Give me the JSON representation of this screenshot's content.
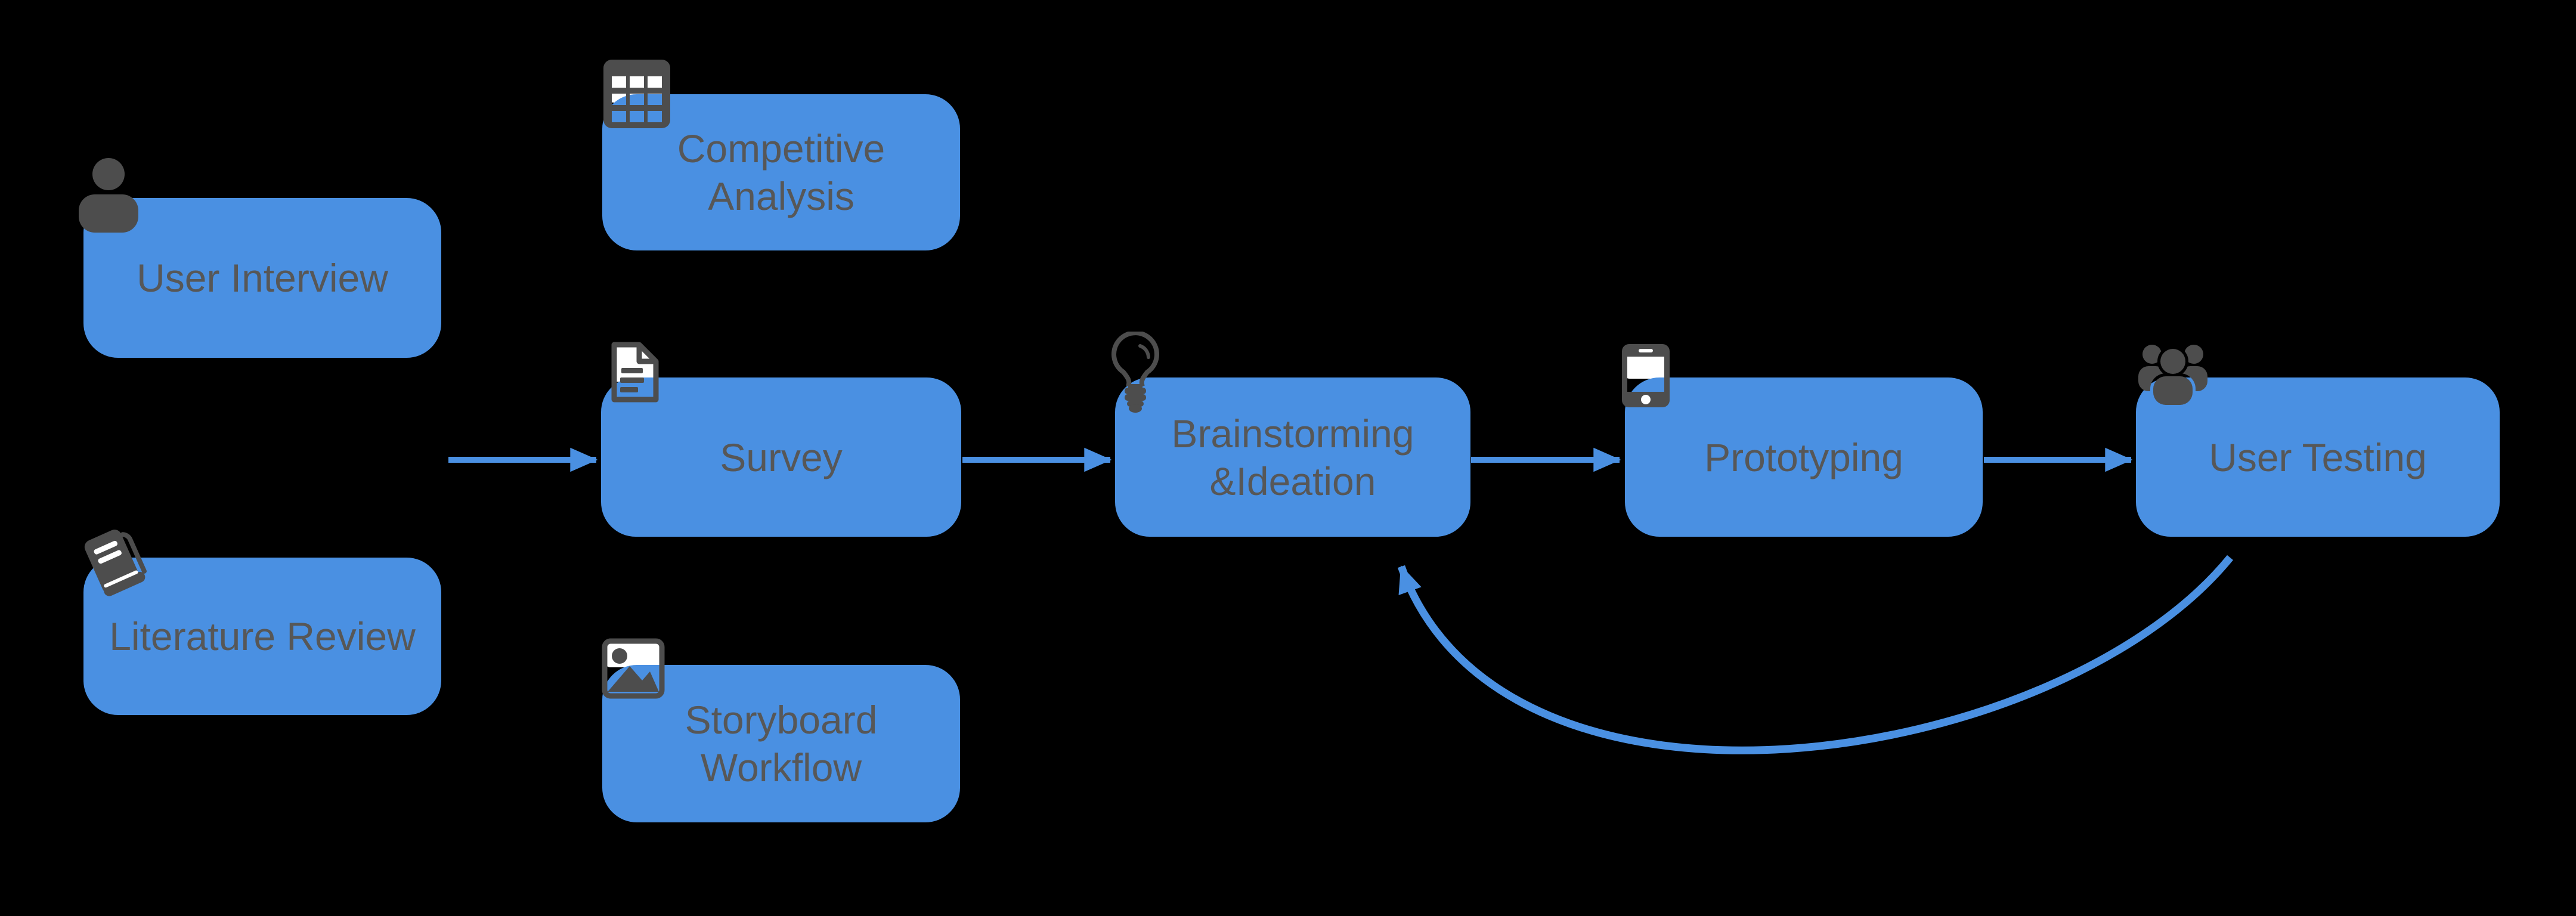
{
  "canvas": {
    "background": "#000000",
    "accent": "#4a90e2",
    "text_color": "#575757",
    "icon_color": "#4d4d4d",
    "icon_detail_color": "#ffffff"
  },
  "nodes": [
    {
      "id": "user-interview",
      "label": "User Interview",
      "icon": "person-icon"
    },
    {
      "id": "competitive-analysis",
      "line1": "Competitive",
      "line2": "Analysis",
      "icon": "table-icon"
    },
    {
      "id": "survey",
      "label": "Survey",
      "icon": "document-icon"
    },
    {
      "id": "literature-review",
      "label": "Literature Review",
      "icon": "book-icon"
    },
    {
      "id": "storyboard-workflow",
      "line1": "Storyboard",
      "line2": "Workflow",
      "icon": "image-icon"
    },
    {
      "id": "brainstorming-ideation",
      "line1": "Brainstorming",
      "line2": "&Ideation",
      "icon": "lightbulb-icon"
    },
    {
      "id": "prototyping",
      "label": "Prototyping",
      "icon": "smartphone-icon"
    },
    {
      "id": "user-testing",
      "label": "User Testing",
      "icon": "people-icon"
    }
  ],
  "edges": [
    {
      "from": "research-inputs",
      "to": "survey"
    },
    {
      "from": "survey",
      "to": "brainstorming-ideation"
    },
    {
      "from": "brainstorming-ideation",
      "to": "prototyping"
    },
    {
      "from": "prototyping",
      "to": "user-testing"
    },
    {
      "from": "user-testing",
      "to": "brainstorming-ideation",
      "style": "curved-feedback"
    }
  ]
}
